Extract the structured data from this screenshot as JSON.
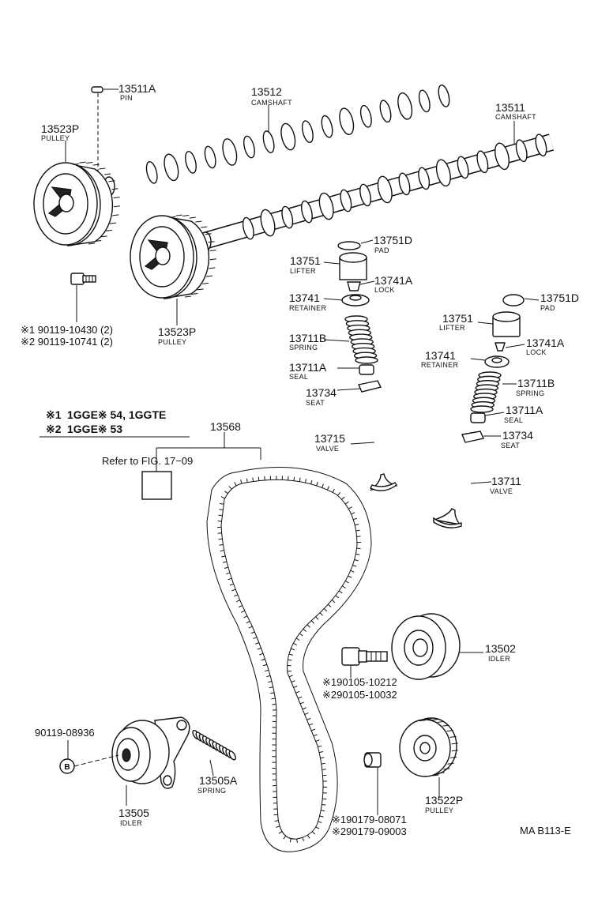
{
  "notes": {
    "note1_marker": "※1",
    "note1_text": "1GGE※ 54, 1GGTE",
    "note2_marker": "※2",
    "note2_text": "1GGE※ 53",
    "refer": "Refer to FIG. 17−09",
    "diagram_code": "MA B113-E"
  },
  "labels": {
    "pin_no": "13511A",
    "pin_name": "PIN",
    "camshaft1_no": "13512",
    "camshaft1_name": "CAMSHAFT",
    "camshaft2_no": "13511",
    "camshaft2_name": "CAMSHAFT",
    "pulley_upper_no": "13523P",
    "pulley_upper_name": "PULLEY",
    "pulley_lower_no": "13523P",
    "pulley_lower_name": "PULLEY",
    "bolt1_l1": "※1  90119-10430 (2)",
    "bolt1_l2": "※2  90119-10741 (2)",
    "pad_a_no": "13751D",
    "pad_a_name": "PAD",
    "lifter_a_no": "13751",
    "lifter_a_name": "LIFTER",
    "lock_a_no": "13741A",
    "lock_a_name": "LOCK",
    "retainer_a_no": "13741",
    "retainer_a_name": "RETAINER",
    "spring_a_no": "13711B",
    "spring_a_name": "SPRING",
    "seal_a_no": "13711A",
    "seal_a_name": "SEAL",
    "seat_a_no": "13734",
    "seat_a_name": "SEAT",
    "valve_a_no": "13715",
    "valve_a_name": "VALVE",
    "pad_b_no": "13751D",
    "pad_b_name": "PAD",
    "lifter_b_no": "13751",
    "lifter_b_name": "LIFTER",
    "lock_b_no": "13741A",
    "lock_b_name": "LOCK",
    "retainer_b_no": "13741",
    "retainer_b_name": "RETAINER",
    "spring_b_no": "13711B",
    "spring_b_name": "SPRING",
    "seal_b_no": "13711A",
    "seal_b_name": "SEAL",
    "seat_b_no": "13734",
    "seat_b_name": "SEAT",
    "valve_b_no": "13711",
    "valve_b_name": "VALVE",
    "belt_no": "13568",
    "idler1_no": "13502",
    "idler1_name": "IDLER",
    "bolt2_l1": "※190105-10212",
    "bolt2_l2": "※290105-10032",
    "bolt3_no": "90119-08936",
    "bolt3_marker": "B",
    "spring_c_no": "13505A",
    "spring_c_name": "SPRING",
    "idler2_no": "13505",
    "idler2_name": "IDLER",
    "pulley_c_no": "13522P",
    "pulley_c_name": "PULLEY",
    "nut_l1": "※190179-08071",
    "nut_l2": "※290179-09003"
  }
}
